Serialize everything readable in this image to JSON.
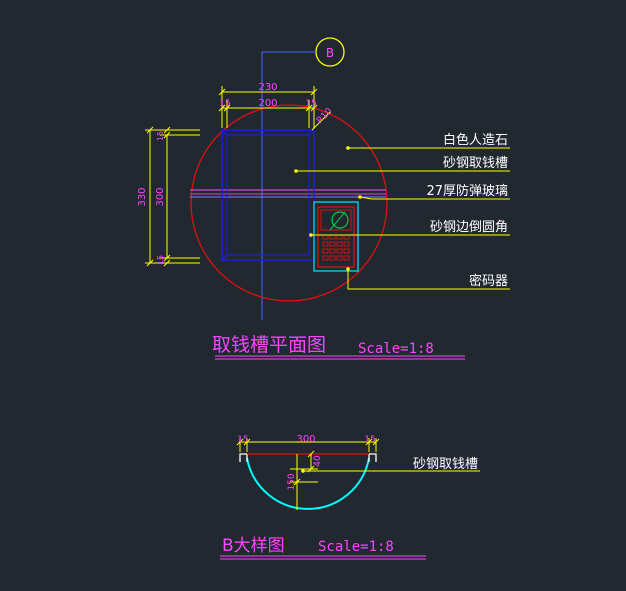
{
  "plan": {
    "title": "取钱槽平面图",
    "scale": "Scale=1:8",
    "section_marker": "B",
    "dims": {
      "overall_width": "230",
      "inner_width": "200",
      "side_left": "15",
      "side_right": "15",
      "radius": "R10",
      "overall_height": "330",
      "inner_height": "300",
      "top_edge": "15",
      "bottom_edge": "15"
    },
    "callouts": [
      "白色人造石",
      "砂钢取钱槽",
      "27厚防弹玻璃",
      "砂钢边倒圆角",
      "密码器"
    ]
  },
  "detail": {
    "title": "B大样图",
    "scale": "Scale=1:8",
    "dims": {
      "width": "300",
      "left_lip": "15",
      "right_lip": "15",
      "depth": "150",
      "offset": "40"
    },
    "callout": "砂钢取钱槽"
  },
  "colors": {
    "background": "#212830",
    "dimension": "#ffff00",
    "dim_text": "#ff00ff",
    "outline_blue": "#1a1aff",
    "circle_red": "#e01010",
    "cyan": "#00ffff",
    "leader": "#ffff00",
    "white": "#e6e6e6"
  }
}
